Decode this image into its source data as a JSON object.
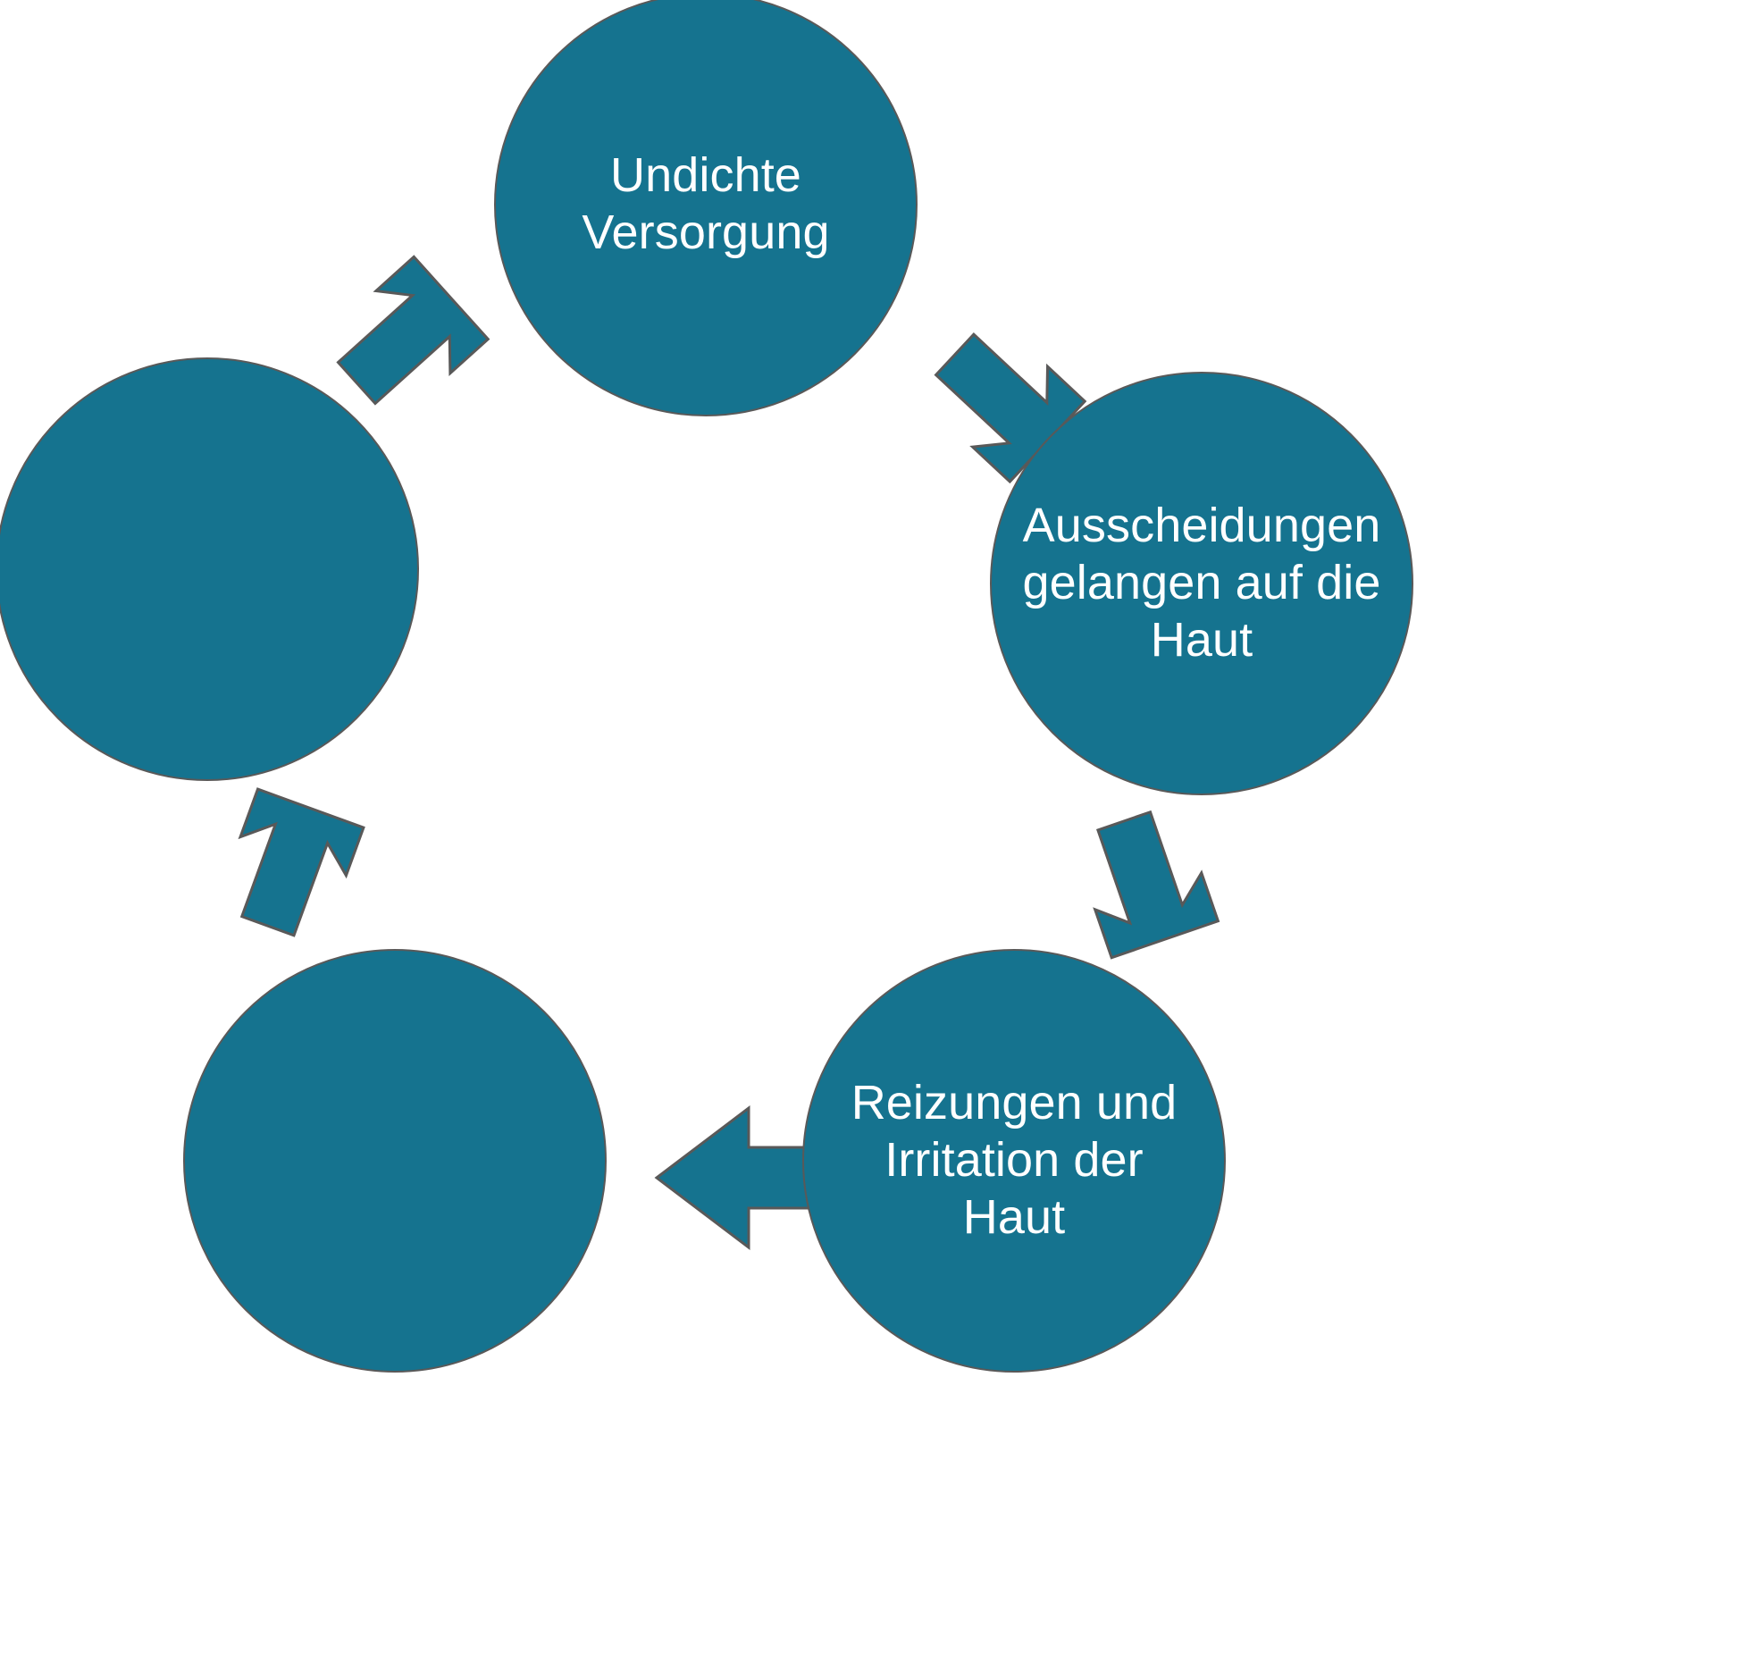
{
  "diagram": {
    "type": "cycle",
    "title": "",
    "language": "de",
    "background_color": "#FFFFFF",
    "node_fill_color": "#15738F",
    "node_outline_color": "#595959",
    "node_text_color": "#FFFFFF",
    "arrow_color": "#15738F",
    "arrow_outline_color": "#595959",
    "node_count": 5,
    "arrow_count": 5,
    "direction": "clockwise",
    "nodes": [
      {
        "id": "node-0",
        "position": "top",
        "label": "Undichte\nVersorgung",
        "lines": [
          "Undichte",
          "Versorgung"
        ],
        "empty": false
      },
      {
        "id": "node-1",
        "position": "right",
        "label": "Ausscheidungen\ngelangen auf die\nHaut",
        "lines": [
          "Ausscheidungen",
          "gelangen auf die",
          "Haut"
        ],
        "empty": false
      },
      {
        "id": "node-2",
        "position": "bottom-right",
        "label": "Reizungen und\nIrritation der\nHaut",
        "lines": [
          "Reizungen und",
          "Irritation der",
          "Haut"
        ],
        "empty": false
      },
      {
        "id": "node-3",
        "position": "bottom-left",
        "label": "",
        "lines": [],
        "empty": true
      },
      {
        "id": "node-4",
        "position": "left",
        "label": "",
        "lines": [],
        "empty": true
      }
    ],
    "arrows": [
      {
        "id": "arrow-0",
        "from": "node-0",
        "to": "node-1",
        "position": "top-right",
        "direction": "down-right"
      },
      {
        "id": "arrow-1",
        "from": "node-1",
        "to": "node-2",
        "position": "right",
        "direction": "down"
      },
      {
        "id": "arrow-2",
        "from": "node-2",
        "to": "node-3",
        "position": "bottom",
        "direction": "left"
      },
      {
        "id": "arrow-3",
        "from": "node-3",
        "to": "node-4",
        "position": "bottom-left",
        "direction": "up"
      },
      {
        "id": "arrow-4",
        "from": "node-4",
        "to": "node-0",
        "position": "top-left",
        "direction": "up-right"
      }
    ]
  }
}
